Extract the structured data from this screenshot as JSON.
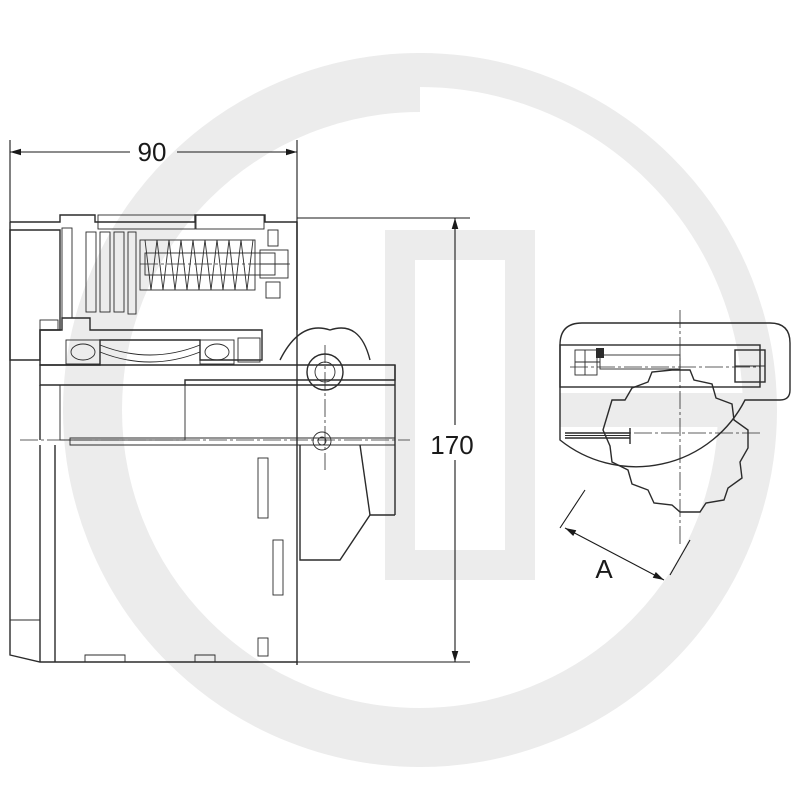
{
  "dimensions": {
    "width_label": "90",
    "height_label": "170",
    "section_label": "A"
  },
  "colors": {
    "line": "#2b2b2b",
    "watermark": "#ececec",
    "background": "#ffffff"
  }
}
